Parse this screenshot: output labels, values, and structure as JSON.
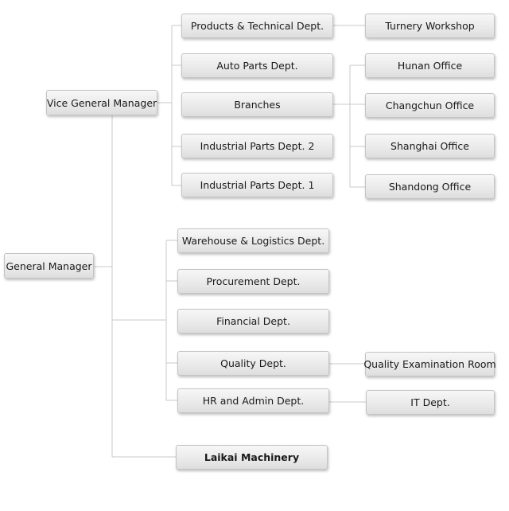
{
  "org_chart": {
    "general_manager": "General Manager",
    "vice_general_manager": "Vice General Manager",
    "products_technical_dept": "Products & Technical Dept.",
    "turnery_workshop": "Turnery Workshop",
    "auto_parts_dept": "Auto Parts Dept.",
    "branches": "Branches",
    "hunan_office": "Hunan Office",
    "changchun_office": "Changchun Office",
    "shanghai_office": "Shanghai Office",
    "shandong_office": "Shandong Office",
    "industrial_parts_dept_2": "Industrial Parts Dept. 2",
    "industrial_parts_dept_1": "Industrial Parts Dept. 1",
    "warehouse_logistics_dept": "Warehouse & Logistics Dept.",
    "procurement_dept": "Procurement Dept.",
    "financial_dept": "Financial Dept.",
    "quality_dept": "Quality Dept.",
    "quality_examination_room": "Quality Examination Room",
    "hr_admin_dept": "HR and Admin Dept.",
    "it_dept": "IT Dept.",
    "laikai_machinery": "Laikai Machinery"
  }
}
